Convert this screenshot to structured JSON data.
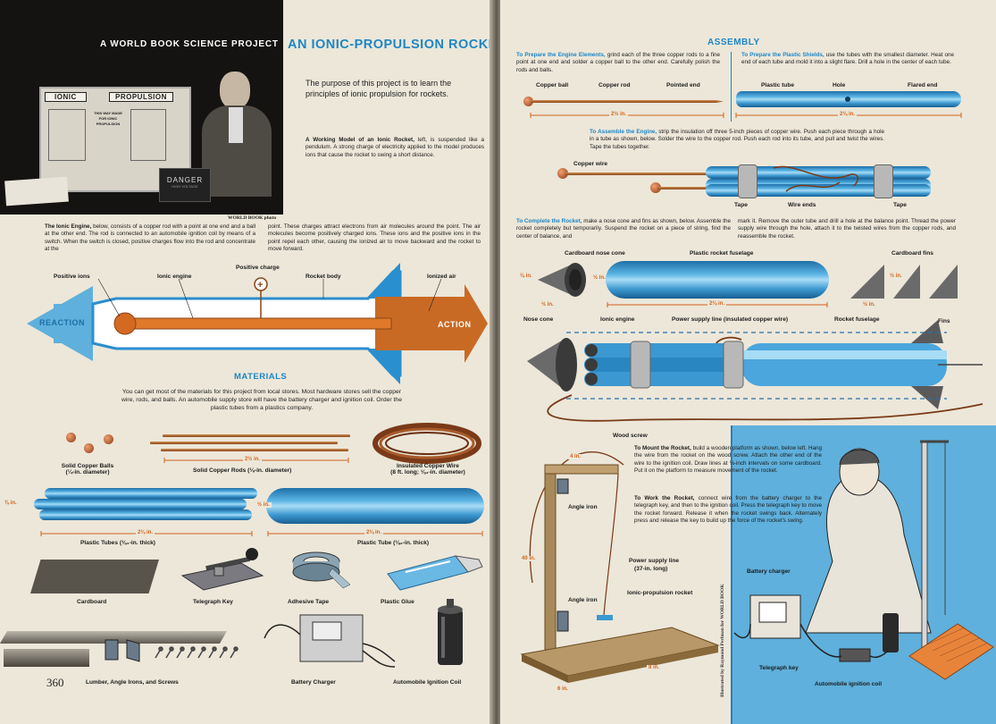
{
  "left_page": {
    "banner": "A WORLD BOOK SCIENCE PROJECT",
    "title": "AN IONIC-PROPULSION ROCKET",
    "purpose": "The purpose of this project is to learn the principles of ionic propulsion for rockets.",
    "model_heading": "A Working Model of an Ionic Rocket,",
    "model_text": "left, is suspended like a pendulum. A strong charge of electricity applied to the model produces ions that cause the rocket to swing a short distance.",
    "photo_board": {
      "left_label": "IONIC",
      "right_label": "PROPULSION",
      "center_text": "THIS WAY MADE FOR IONIC PROPULSION",
      "sign": "DANGER",
      "sign_sub": "HIGH VOLTAGE"
    },
    "photo_credit": "WORLD BOOK photo",
    "engine_heading": "The Ionic Engine,",
    "engine_text_col1": "below, consists of a copper rod with a point at one end and a ball at the other end. The rod is connected to an automobile ignition coil by means of a switch. When the switch is closed, positive charges flow into the rod and concentrate at the",
    "engine_text_col2": "point. These charges attract electrons from air molecules around the point. The air molecules become positively charged ions. These ions and the positive ions in the point repel each other, causing the ionized air to move backward and the rocket to move forward.",
    "diagram": {
      "positive_ions": "Positive ions",
      "ionic_engine": "Ionic engine",
      "positive_charge": "Positive charge",
      "rocket_body": "Rocket body",
      "ionized_air": "Ionized air",
      "reaction": "REACTION",
      "action": "ACTION"
    },
    "materials_heading": "MATERIALS",
    "materials_text": "You can get most of the materials for this project from local stores. Most hardware stores sell the copper wire, rods, and balls. An automobile supply store will have the battery charger and ignition coil. Order the plastic tubes from a plastics company.",
    "materials": {
      "balls_1": "Solid Copper Balls",
      "balls_2": "(¼-in. diameter)",
      "rods_dim": "2½ in.",
      "rods": "Solid Copper Rods (⅛-in. diameter)",
      "wire_1": "Insulated Copper Wire",
      "wire_2": "(8 ft. long; ⅛₄-in. diameter)",
      "tubes_dim_h": "⅜ in.",
      "tubes_dim_w": "2⅛ in.",
      "tubes": "Plastic Tubes (⅛₄-in. thick)",
      "tube_dim_h": "½ in.",
      "tube_dim_w": "2⅛ in.",
      "tube": "Plastic Tube (⅛₂-in. thick)",
      "cardboard": "Cardboard",
      "telegraph_key": "Telegraph Key",
      "adhesive_tape": "Adhesive Tape",
      "plastic_glue": "Plastic Glue",
      "lumber": "Lumber, Angle Irons, and Screws",
      "battery_charger": "Battery Charger",
      "ignition_coil": "Automobile Ignition Coil"
    },
    "page_number": "360"
  },
  "right_page": {
    "assembly_heading": "ASSEMBLY",
    "prep_engine_heading": "To Prepare the Engine Elements,",
    "prep_engine_text": "grind each of the three copper rods to a fine point at one end and solder a copper ball to the other end. Carefully polish the rods and balls.",
    "prep_engine_labels": {
      "ball": "Copper ball",
      "rod": "Copper rod",
      "point": "Pointed end",
      "dim": "2½ in."
    },
    "prep_shields_heading": "To Prepare the Plastic Shields,",
    "prep_shields_text": "use the tubes with the smallest diameter. Heat one end of each tube and mold it into a slight flare. Drill a hole in the center of each tube.",
    "prep_shields_labels": {
      "tube": "Plastic tube",
      "hole": "Hole",
      "flared": "Flared end",
      "dim": "2⅛ in."
    },
    "assemble_engine_heading": "To Assemble the Engine,",
    "assemble_engine_text": "strip the insulation off three 5-inch pieces of copper wire. Push each piece through a hole in a tube as shown, below. Solder the wire to the copper rod. Push each rod into its tube, and pull and twist the wires. Tape the tubes together.",
    "assemble_engine_labels": {
      "wire": "Copper wire",
      "tape1": "Tape",
      "wire_ends": "Wire ends",
      "tape2": "Tape"
    },
    "complete_heading": "To Complete the Rocket,",
    "complete_text_col1": "make a nose cone and fins as shown, below. Assemble the rocket completely but temporarily. Suspend the rocket on a piece of string, find the center of balance, and",
    "complete_text_col2": "mark it. Remove the outer tube and drill a hole at the balance point. Thread the power supply wire through the hole, attach it to the twisted wires from the copper rods, and reassemble the rocket.",
    "complete_labels": {
      "nose": "Cardboard nose cone",
      "fuselage": "Plastic rocket fuselage",
      "fins": "Cardboard fins",
      "dim_cone_h": "⅛ in.",
      "dim_cone_w": "½ in.",
      "dim_cone_in": "½ in.",
      "dim_fuse_w": "2⅛ in.",
      "dim_fin_h": "½ in.",
      "dim_fin_w": "½ in."
    },
    "rocket_labels": {
      "nose_cone": "Nose cone",
      "ionic_engine": "Ionic engine",
      "power_line": "Power supply line (insulated copper wire)",
      "fuselage": "Rocket fuselage",
      "fins": "Fins"
    },
    "mount": {
      "wood_screw": "Wood screw",
      "dim_4in": "4 in.",
      "angle_iron_1": "Angle iron",
      "dim_40in": "40 in.",
      "angle_iron_2": "Angle iron",
      "power_wire_1": "Power supply line",
      "power_wire_2": "(37-in. long)",
      "rocket": "Ionic-propulsion rocket",
      "dim_8in": "8 in.",
      "dim_6in": "6 in."
    },
    "mount_heading": "To Mount the Rocket,",
    "mount_text": "build a wooden platform as shown, below left. Hang the wire from the rocket on the wood screw. Attach the other end of the wire to the ignition coil. Draw lines at ⅛-inch intervals on some cardboard. Put it on the platform to measure movement of the rocket.",
    "work_heading": "To Work the Rocket,",
    "work_text": "connect wire from the battery charger to the telegraph key, and then to the ignition coil. Press the telegraph key to move the rocket forward. Release it when the rocket swings back. Alternately press and release the key to build up the force of the rocket's swing.",
    "scene": {
      "battery_charger": "Battery charger",
      "telegraph_key": "Telegraph key",
      "ignition_coil": "Automobile ignition coil"
    },
    "illustrator_credit": "Illustrated by Raymond Perlman for WORLD BOOK"
  },
  "colors": {
    "accent_blue": "#1e86c4",
    "orange": "#d4621a",
    "page": "#ece7d9",
    "panel_blue": "#5fb0dc"
  }
}
